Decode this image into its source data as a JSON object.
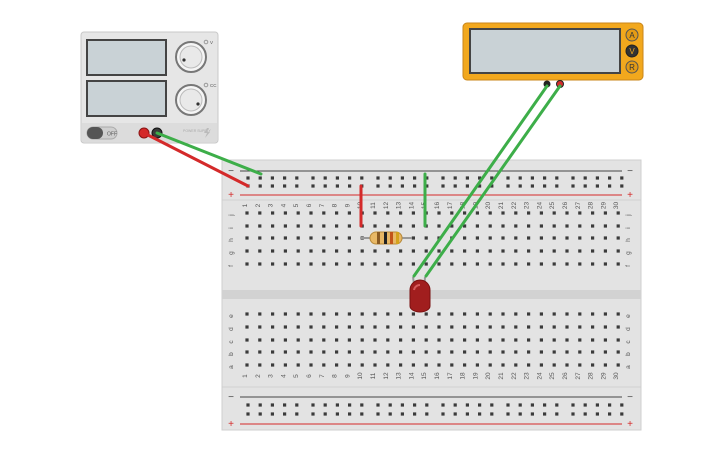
{
  "power_supply": {
    "switch_label": "OFF",
    "knob_labels": [
      "V",
      "CC"
    ],
    "badge_text": "POWER SUPPLY"
  },
  "multimeter": {
    "mode_buttons": [
      "A",
      "V",
      "R"
    ]
  },
  "breadboard": {
    "columns": [
      "1",
      "2",
      "3",
      "4",
      "5",
      "6",
      "7",
      "8",
      "9",
      "10",
      "11",
      "12",
      "13",
      "14",
      "15",
      "16",
      "17",
      "18",
      "19",
      "20",
      "21",
      "22",
      "23",
      "24",
      "25",
      "26",
      "27",
      "28",
      "29",
      "30"
    ],
    "upper_rows": [
      "j",
      "i",
      "h",
      "g",
      "f"
    ],
    "lower_rows": [
      "e",
      "d",
      "c",
      "b",
      "a"
    ],
    "rail_minus": "−",
    "rail_plus": "+"
  },
  "components": {
    "resistor": "resistor",
    "led": "red-led"
  },
  "colors": {
    "wire_red": "#d42a2a",
    "wire_green": "#3dae49",
    "meter_body": "#f2a81d",
    "screen": "#c9d2d6"
  }
}
